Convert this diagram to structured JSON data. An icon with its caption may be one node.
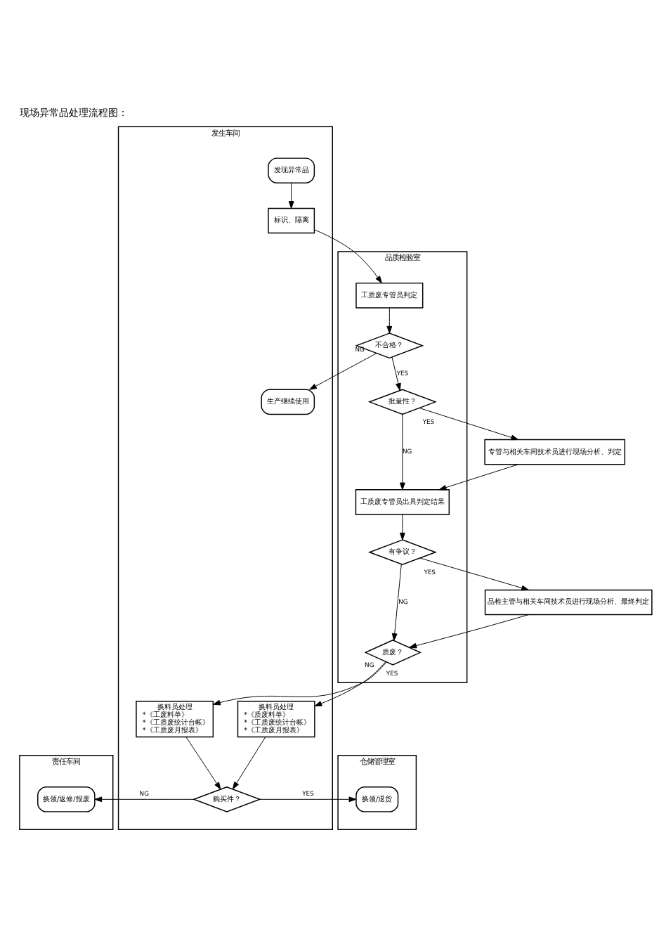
{
  "diagram": {
    "title": "现场异常品处理流程图：",
    "nodes": [
      {
        "text": [
          "责任车间"
        ]
      },
      {
        "text": [
          "发生车间"
        ]
      },
      {
        "text": [
          "品质检验室"
        ]
      },
      {
        "text": [
          "仓储管理室"
        ]
      },
      {
        "text": [
          "发现异常品"
        ],
        "in": 1
      },
      {
        "text": [
          "标识、隔离"
        ],
        "in": 1
      },
      {
        "text": [
          "工质废专管员判定"
        ],
        "in": 2
      },
      {
        "text": [
          "不合格？"
        ],
        "in": 2
      },
      {
        "text": [
          "生产继续使用"
        ],
        "in": 1
      },
      {
        "text": [
          "批量性？"
        ],
        "in": 2
      },
      {
        "text": [
          "专管与相关车间技术员进行现场分析、判定"
        ]
      },
      {
        "text": [
          "工质废专管员出具判定结果"
        ],
        "in": 2
      },
      {
        "text": [
          "有争议？"
        ],
        "in": 2
      },
      {
        "text": [
          "品检主管与相关车间技术员进行现场分析、最终判定"
        ]
      },
      {
        "text": [
          "质废？"
        ],
        "in": 2
      },
      {
        "text": [
          "换料员处理",
          "*《工废料单》",
          "*《工质废统计台帐》",
          "*《工质废月报表》"
        ],
        "in": 1
      },
      {
        "text": [
          "换料员处理",
          "*《质废料单》",
          "*《工质废统计台帐》",
          "*《工质废月报表》"
        ],
        "in": 1
      },
      {
        "text": [
          "购买件？"
        ],
        "in": 1
      },
      {
        "text": [
          "换领/返修/报废"
        ],
        "in": 0
      },
      {
        "text": [
          "换领/退货"
        ],
        "in": 3
      }
    ],
    "edges": [
      {
        "from": 4,
        "to": 5,
        "arrow": "to"
      },
      {
        "from": 5,
        "to": 6,
        "arrow": "to"
      },
      {
        "from": 6,
        "to": 7,
        "arrow": "to"
      },
      {
        "from": 7,
        "to": 8,
        "arrow": "to",
        "label": "NG"
      },
      {
        "from": 7,
        "to": 9,
        "arrow": "to",
        "label": "YES"
      },
      {
        "from": 9,
        "to": 10,
        "arrow": "to",
        "label": "YES"
      },
      {
        "from": 9,
        "to": 11,
        "arrow": "to",
        "label": "NG"
      },
      {
        "from": 10,
        "to": 11,
        "arrow": "to"
      },
      {
        "from": 11,
        "to": 12,
        "arrow": "to"
      },
      {
        "from": 12,
        "to": 13,
        "arrow": "to",
        "label": "YES"
      },
      {
        "from": 12,
        "to": 14,
        "arrow": "to",
        "label": "NG"
      },
      {
        "from": 13,
        "to": 14,
        "arrow": "to"
      },
      {
        "from": 14,
        "to": 15,
        "arrow": "to",
        "label": "NG"
      },
      {
        "from": 14,
        "to": 16,
        "arrow": "to",
        "label": "YES"
      },
      {
        "from": 15,
        "to": 17,
        "arrow": "to"
      },
      {
        "from": 16,
        "to": 17,
        "arrow": "to"
      },
      {
        "from": 17,
        "to": 18,
        "arrow": "to",
        "label": "NG"
      },
      {
        "from": 17,
        "to": 19,
        "arrow": "to",
        "label": "YES"
      }
    ]
  }
}
